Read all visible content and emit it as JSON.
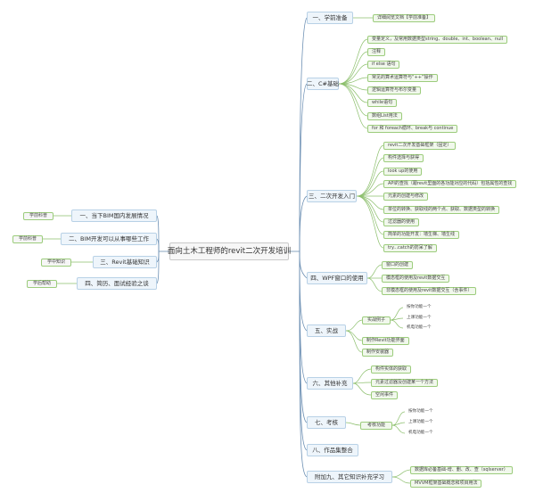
{
  "center": "面向土木工程师的revit二次开发培训",
  "right": {
    "b1": {
      "label": "一、学前准备",
      "leaves": [
        "详细阅览文档【学前准备】"
      ]
    },
    "b2": {
      "label": "二、C#基础",
      "leaves": [
        "变量定义，及常用数据类型string、double、int、boolean、null",
        "注释",
        "if else 语句",
        "常见的算术运算符与“++”操作",
        "逻辑运算符与布尔变量",
        "while语句",
        "数组List用法",
        "for 和 foreach循环、break与 continue"
      ]
    },
    "b3": {
      "label": "三、二次开发入门",
      "leaves": [
        "revit二次开发基础框架（固定）",
        "构件选择与获得",
        "look up的使用",
        "API的查找（跟revit里面的各功能对应的代码）包括属性的查找",
        "元素的创建与修改",
        "单位的转换、获取线的两个点、获取、数据类型的转换",
        "过滤器的使用",
        "简单的功能开发：墙生梯、墙生线",
        "try...catch的防呆了解"
      ]
    },
    "b4": {
      "label": "四、WPF窗口的使用",
      "leaves": [
        "窗口的创建",
        "模态框的使用及revit数据交互",
        "非模态框的使用及revit数据交互（含事件）"
      ]
    },
    "b5": {
      "label": "五、实战",
      "sub": "实战例子",
      "subitems": [
        "按你功能一个",
        "上课功能一个",
        "机电功能一个"
      ],
      "leaves": [
        "制作Revit功能界面",
        "制作安装器"
      ]
    },
    "b6": {
      "label": "六、其他补充",
      "leaves": [
        "构件实体的获取",
        "元素过滤器及创建某一个方法",
        "空闲事件"
      ]
    },
    "b7": {
      "label": "七、考核",
      "sub": "考核功能",
      "subitems": [
        "按你功能一个",
        "上课功能一个",
        "机电功能一个"
      ]
    },
    "b8": {
      "label": "八、作品集整合"
    },
    "b9": {
      "label": "附加九、其它知识补充学习",
      "leaves": [
        "数据库必备基础-增、删、改、查（sqlserver）",
        "MVVM框架基础概念和项目用法"
      ]
    }
  },
  "left": {
    "b1": {
      "label": "一、当下BIM国内发展情况",
      "tag": "学前科普"
    },
    "b2": {
      "label": "二、BIM开发可以从事哪些工作",
      "tag": "学前科普"
    },
    "b3": {
      "label": "三、Revit基础知识",
      "tag": "学中知识"
    },
    "b4": {
      "label": "四、简历、面试经验之谈",
      "tag": "学后帮助"
    }
  }
}
